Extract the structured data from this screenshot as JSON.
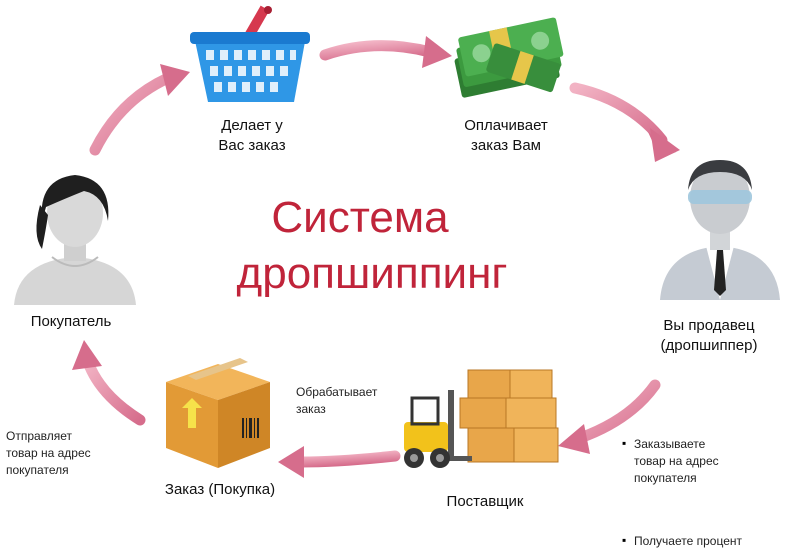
{
  "title": {
    "line1": "Система",
    "line2": "дропшиппинг"
  },
  "nodes": {
    "basket": {
      "label": "Делает у\nВас заказ",
      "icon": "shopping-basket-icon"
    },
    "money": {
      "label": "Оплачивает\nзаказ Вам",
      "icon": "money-stack-icon"
    },
    "seller": {
      "label": "Вы продавец\n(дропшиппер)",
      "icon": "seller-avatar-icon"
    },
    "supplier": {
      "label": "Поставщик",
      "icon": "forklift-boxes-icon"
    },
    "order": {
      "label": "Заказ (Покупка)",
      "icon": "parcel-box-icon"
    },
    "buyer": {
      "label": "Покупатель",
      "icon": "buyer-avatar-icon"
    }
  },
  "notes": {
    "supplier_processes": "Обрабатывает\nзаказ",
    "ships_to": "Отправляет\nтовар на адрес\nпокупателя",
    "seller_steps": [
      "Заказываете\nтовар на адрес\nпокупателя",
      "Получаете процент"
    ]
  },
  "colors": {
    "title": "#c0243a",
    "arrow": "#e28aa3",
    "arrow_dark": "#c9607f"
  }
}
